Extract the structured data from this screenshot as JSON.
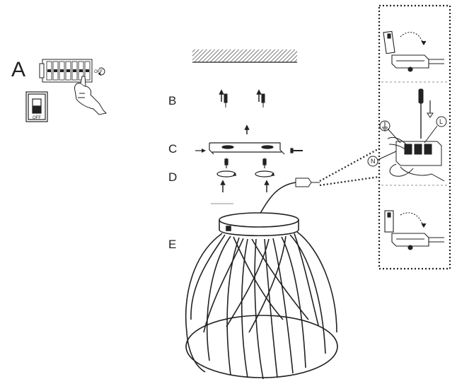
{
  "steps": {
    "a": "A",
    "b": "B",
    "c": "C",
    "d": "D",
    "e": "E"
  },
  "switch_text": {
    "breaker_off": "OFF",
    "wall_switch_off": "OFF"
  },
  "wire_labels": {
    "live": "L",
    "neutral": "N"
  },
  "icons": [
    "breaker-panel-icon",
    "hand-icon",
    "wall-switch-icon",
    "screwdriver-icon",
    "earth-symbol-icon"
  ],
  "colors": {
    "ink": "#222222",
    "paper": "#ffffff"
  }
}
